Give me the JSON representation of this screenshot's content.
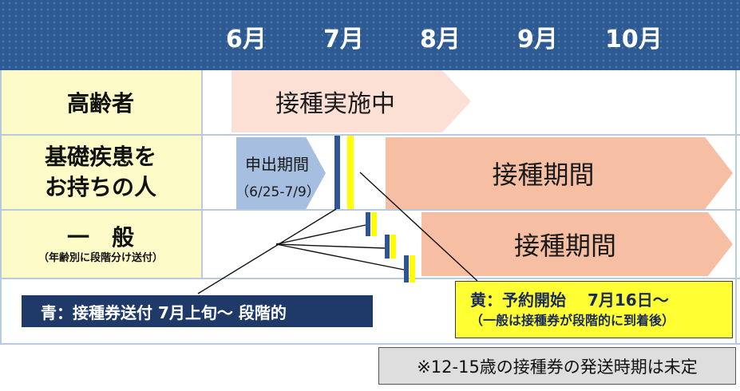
{
  "header": {
    "months": [
      "6月",
      "7月",
      "8月",
      "9月",
      "10月"
    ]
  },
  "rows": [
    {
      "label_lines": [
        "高齢者"
      ],
      "arrow_text": "接種実施中"
    },
    {
      "label_lines": [
        "基礎疾患を",
        "お持ちの人"
      ],
      "application": {
        "title": "申出期間",
        "dates": "（6/25-7/9）"
      },
      "arrow_text": "接種期間"
    },
    {
      "label_lines": [
        "一　般"
      ],
      "sublabel": "（年齢別に段階分け送付）",
      "arrow_text": "接種期間"
    }
  ],
  "callouts": {
    "blue": "青：接種券送付  7月上旬～  段階的",
    "yellow_line1": "黄：予約開始　  7月16日～",
    "yellow_line2": "（一般は接種券が段階的に到着後）"
  },
  "note": "※12-15歳の接種券の発送時期は未定",
  "colors": {
    "header": "#2d5a93",
    "label_bg": "#fdfbc7",
    "arrow_current": "#fce0d6",
    "arrow_period": "#f6bea3",
    "arrow_application": "#a6bfe0",
    "blue_marker": "#2f5597",
    "yellow_marker": "#ffff00",
    "blue_tag": "#1f3a68",
    "note_bg": "#dedede"
  }
}
